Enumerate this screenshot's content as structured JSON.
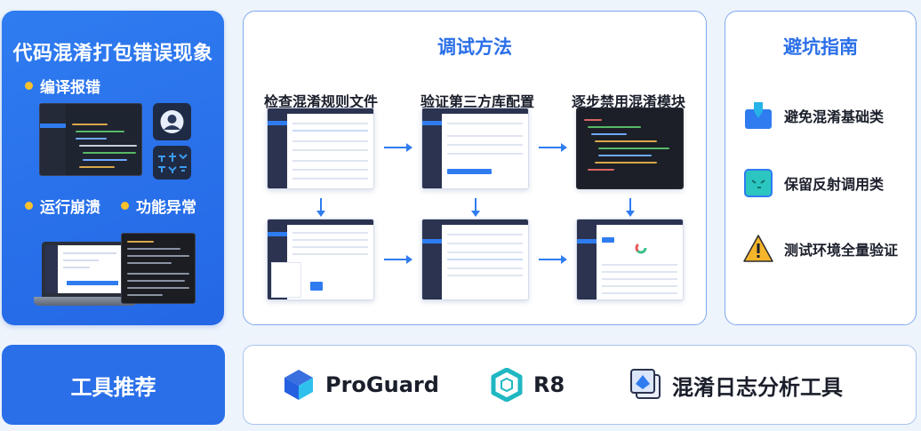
{
  "phenomena": {
    "title": "代码混淆打包错误现象",
    "items": [
      {
        "label": "编译报错",
        "icon": "bullet-dot"
      },
      {
        "label": "运行崩溃",
        "icon": "bullet-dot"
      },
      {
        "label": "功能异常",
        "icon": "bullet-dot"
      }
    ]
  },
  "debug": {
    "title": "调试方法",
    "steps": [
      {
        "label": "检查混淆规则文件"
      },
      {
        "label": "验证第三方库配置"
      },
      {
        "label": "逐步禁用混淆模块"
      }
    ]
  },
  "tips": {
    "title": "避坑指南",
    "items": [
      {
        "label": "避免混淆基础类",
        "icon": "shield-download-icon"
      },
      {
        "label": "保留反射调用类",
        "icon": "reflection-doc-icon"
      },
      {
        "label": "测试环境全量验证",
        "icon": "warning-icon"
      }
    ]
  },
  "tools": {
    "label": "工具推荐",
    "items": [
      {
        "name": "ProGuard",
        "icon": "cube-icon"
      },
      {
        "name": "R8",
        "icon": "hexagon-icon"
      },
      {
        "name": "混淆日志分析工具",
        "icon": "log-file-icon"
      }
    ]
  },
  "colors": {
    "accent": "#2a6fe8",
    "bullet": "#f7c22b",
    "warning": "#f5b52a"
  }
}
